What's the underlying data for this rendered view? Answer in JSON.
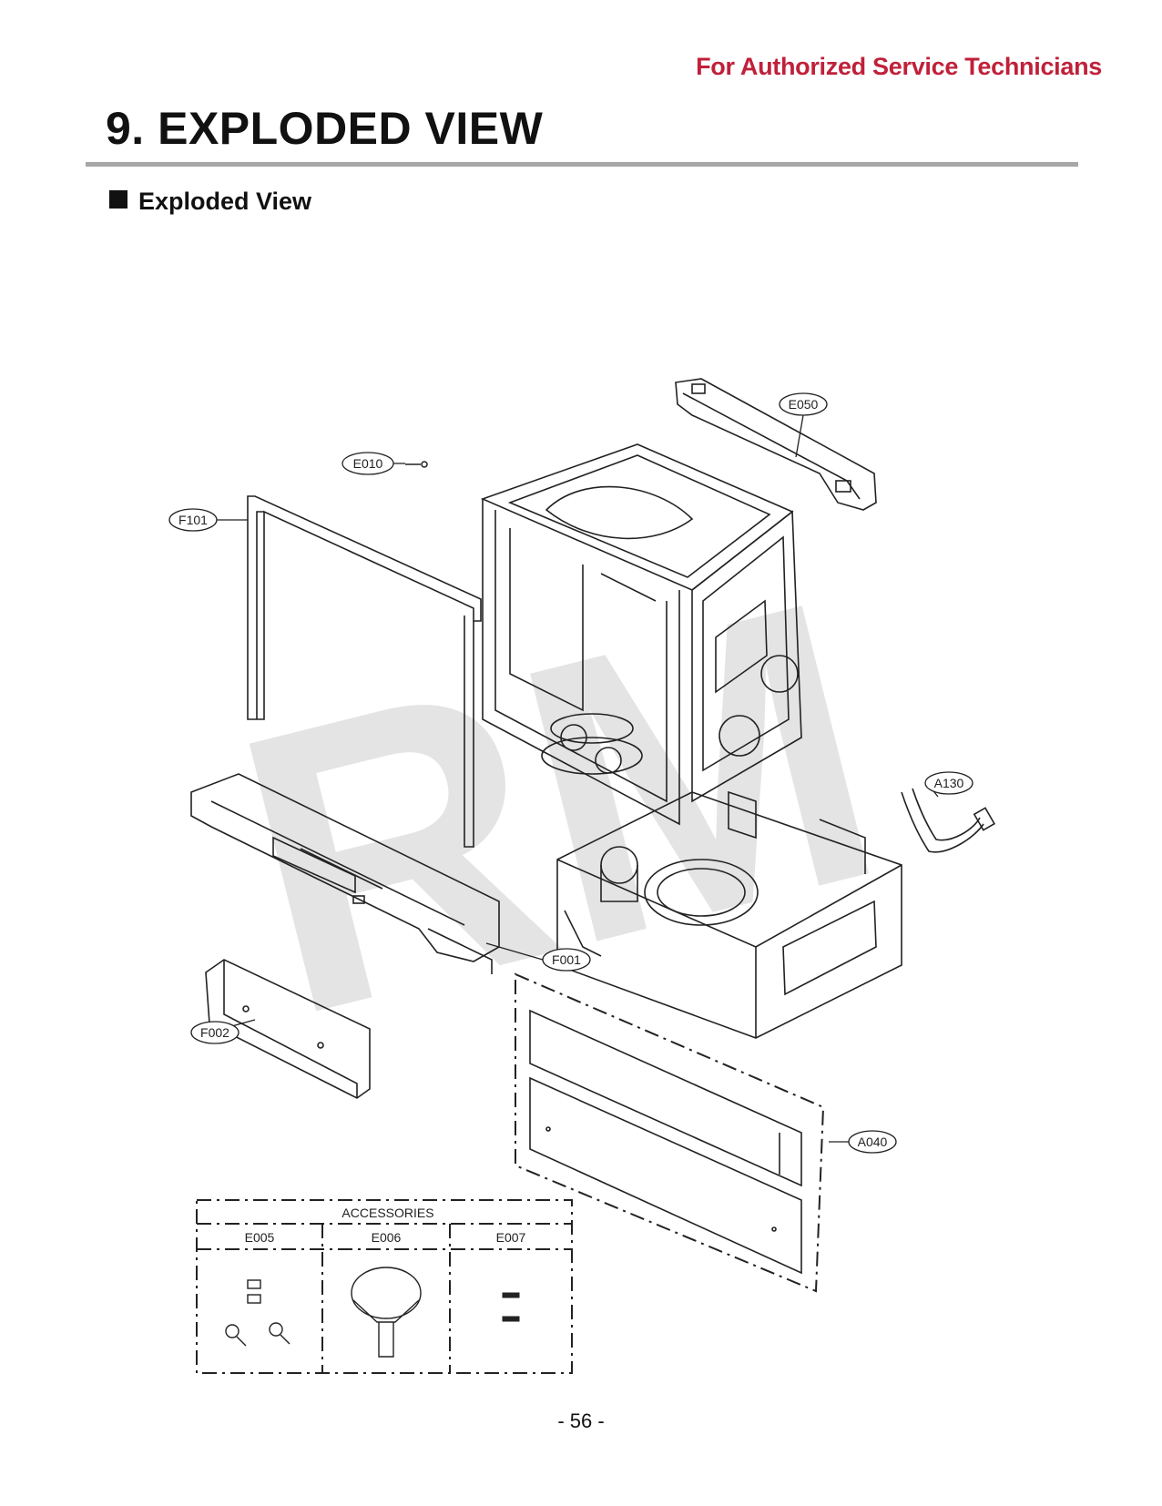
{
  "header": {
    "authorized": "For Authorized Service Technicians",
    "title": "9. EXPLODED VIEW",
    "section": "Exploded View"
  },
  "watermark": "RM",
  "parts": {
    "e050": "E050",
    "e010": "E010",
    "f101": "F101",
    "a130": "A130",
    "f001": "F001",
    "f002": "F002",
    "a040": "A040"
  },
  "accessories": {
    "title": "ACCESSORIES",
    "col1": "E005",
    "col2": "E006",
    "col3": "E007"
  },
  "footer": {
    "page": "- 56 -"
  },
  "colors": {
    "accent": "#c0203a",
    "rule": "#a7a7a7",
    "watermark": "#e4e4e4"
  }
}
